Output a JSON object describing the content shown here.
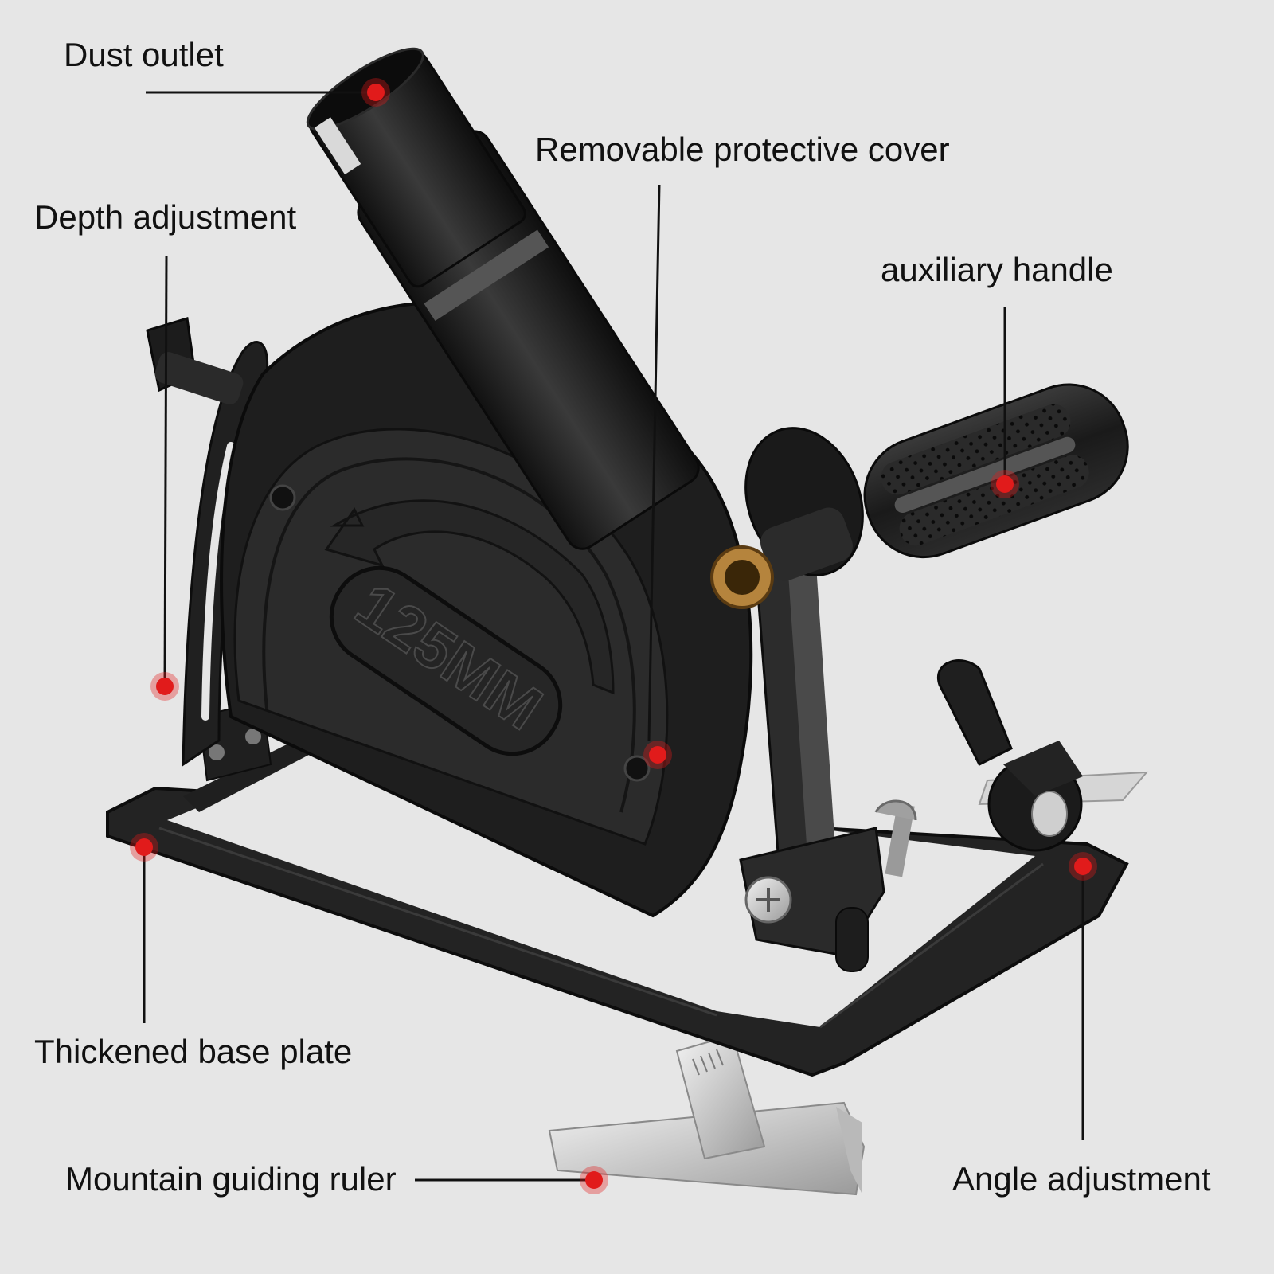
{
  "colors": {
    "background": "#e6e6e6",
    "body_dark": "#1c1c1c",
    "body_mid": "#2c2c2c",
    "metal_silver": "#c4c4c4",
    "brass": "#b5843d",
    "marker_red": "#e11b1b",
    "leader_line": "#111111"
  },
  "cover": {
    "size_text": "125MM",
    "icon": "rotation-arrow-icon"
  },
  "callouts": {
    "dust_outlet": "Dust outlet",
    "removable_cover": "Removable protective cover",
    "depth_adjustment": "Depth adjustment",
    "auxiliary_handle": "auxiliary handle",
    "base_plate": "Thickened base plate",
    "guiding_ruler": "Mountain guiding ruler",
    "angle_adjustment": "Angle adjustment"
  }
}
